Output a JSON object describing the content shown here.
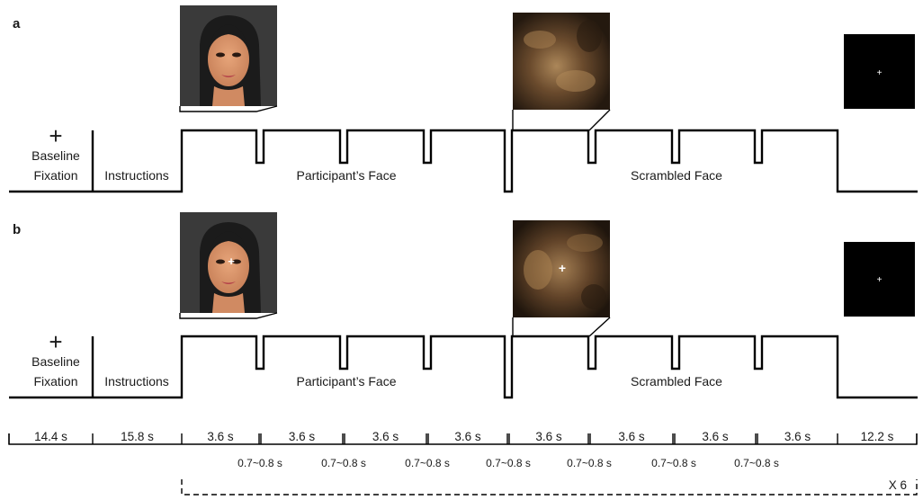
{
  "panels": [
    {
      "letter": "a",
      "baseline_cross": "+",
      "baseline_line1": "Baseline",
      "baseline_line2": "Fixation",
      "instructions": "Instructions",
      "participant_face": "Participant’s Face",
      "scrambled_face": "Scrambled Face",
      "stimulus_cross": ""
    },
    {
      "letter": "b",
      "baseline_cross": "+",
      "baseline_line1": "Baseline",
      "baseline_line2": "Fixation",
      "instructions": "Instructions",
      "participant_face": "Participant’s Face",
      "scrambled_face": "Scrambled Face",
      "stimulus_cross": "+"
    }
  ],
  "fixation_cross": "+",
  "timeline": {
    "segments": [
      "14.4 s",
      "15.8 s",
      "3.6 s",
      "3.6 s",
      "3.6 s",
      "3.6 s",
      "3.6 s",
      "3.6 s",
      "3.6 s",
      "3.6 s",
      "12.2 s"
    ],
    "gaps": [
      "0.7~0.8 s",
      "0.7~0.8 s",
      "0.7~0.8 s",
      "0.7~0.8 s",
      "0.7~0.8 s",
      "0.7~0.8 s",
      "0.7~0.8 s"
    ],
    "repeat": "X 6"
  },
  "colors": {
    "line": "#000000",
    "face_bg": "#3a3a3a",
    "skin": "#d9936a",
    "hair": "#1b1b1b",
    "scramble_base": "#3b2a1a",
    "scramble_light": "#b08a5a",
    "fixation_bg": "#000000"
  }
}
